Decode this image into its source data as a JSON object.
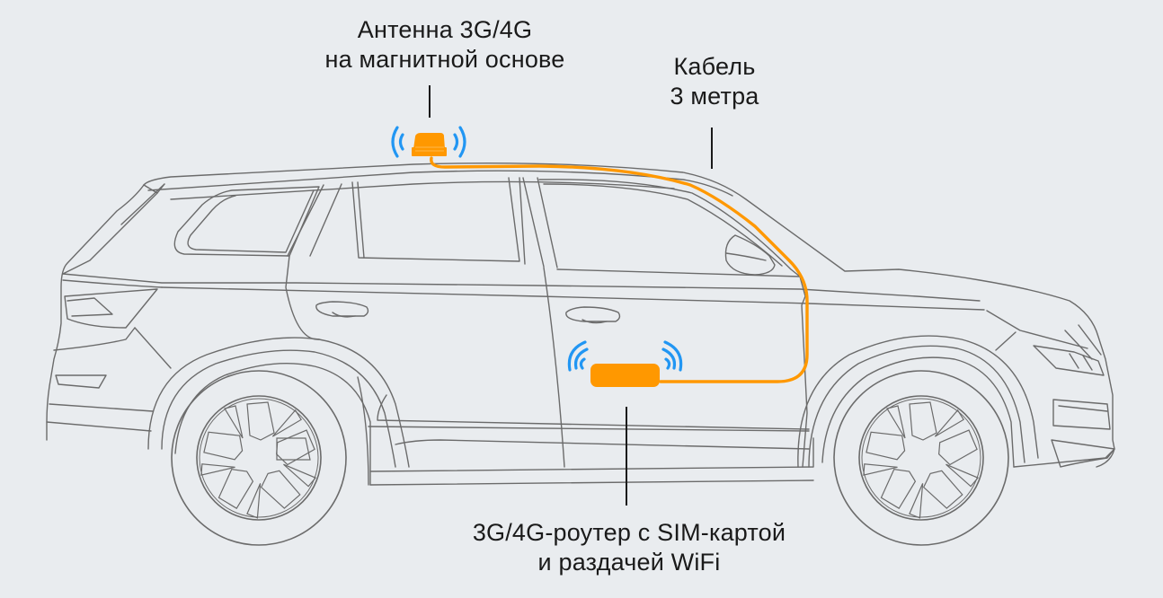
{
  "diagram": {
    "subject": "SUV side view with mobile internet kit",
    "background_color": "#e9ecef",
    "line_color": "#6b6b6b",
    "accent_color": "#ff9800",
    "signal_color": "#2196f3",
    "labels": {
      "antenna": {
        "line1": "Антенна 3G/4G",
        "line2": "на магнитной основе"
      },
      "cable": {
        "line1": "Кабель",
        "line2": "3 метра"
      },
      "router": {
        "line1": "3G/4G-роутер с SIM-картой",
        "line2": "и раздачей WiFi"
      }
    },
    "components": [
      {
        "id": "antenna",
        "position": "roof",
        "icon": "antenna-icon",
        "signal": "wifi-waves-icon"
      },
      {
        "id": "cable",
        "route": "roof → A-pillar → door"
      },
      {
        "id": "router",
        "position": "front door interior",
        "icon": "router-icon",
        "signal": "wifi-waves-icon"
      }
    ]
  }
}
